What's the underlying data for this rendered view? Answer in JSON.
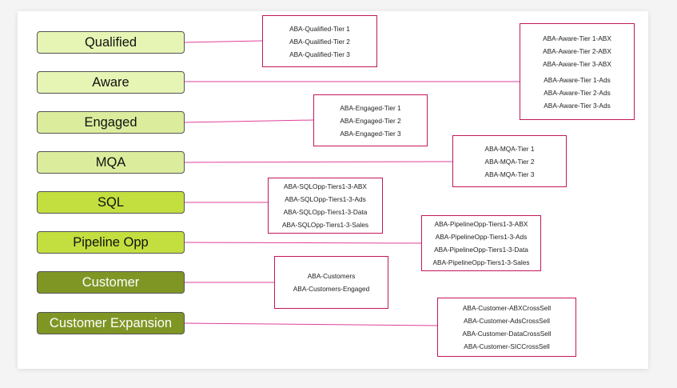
{
  "diagram": {
    "colors": {
      "connector": "#e0409a",
      "box_border": "#c2185b",
      "stage_light": "#e6f5b4",
      "stage_mid": "#dbed9c",
      "stage_bright": "#c3df3f",
      "stage_dark": "#7f9625"
    },
    "stages": [
      {
        "label": "Qualified"
      },
      {
        "label": "Aware"
      },
      {
        "label": "Engaged"
      },
      {
        "label": "MQA"
      },
      {
        "label": "SQL"
      },
      {
        "label": "Pipeline Opp"
      },
      {
        "label": "Customer"
      },
      {
        "label": "Customer Expansion"
      }
    ],
    "segments": [
      {
        "items": [
          "ABA-Qualified-Tier 1",
          "ABA-Qualified-Tier 2",
          "ABA-Qualified-Tier 3"
        ]
      },
      {
        "items": [
          "ABA-Aware-Tier 1-ABX",
          "ABA-Aware-Tier 2-ABX",
          "ABA-Aware-Tier 3-ABX",
          "ABA-Aware-Tier 1-Ads",
          "ABA-Aware-Tier 2-Ads",
          "ABA-Aware-Tier 3-Ads"
        ]
      },
      {
        "items": [
          "ABA-Engaged-Tier 1",
          "ABA-Engaged-Tier 2",
          "ABA-Engaged-Tier 3"
        ]
      },
      {
        "items": [
          "ABA-MQA-Tier 1",
          "ABA-MQA-Tier 2",
          "ABA-MQA-Tier 3"
        ]
      },
      {
        "items": [
          "ABA-SQLOpp-Tiers1-3-ABX",
          "ABA-SQLOpp-Tiers1-3-Ads",
          "ABA-SQLOpp-Tiers1-3-Data",
          "ABA-SQLOpp-Tiers1-3-Sales"
        ]
      },
      {
        "items": [
          "ABA-PipelineOpp-Tiers1-3-ABX",
          "ABA-PipelineOpp-Tiers1-3-Ads",
          "ABA-PipelineOpp-Tiers1-3-Data",
          "ABA-PipelineOpp-Tiers1-3-Sales"
        ]
      },
      {
        "items": [
          "ABA-Customers",
          "ABA-Customers-Engaged"
        ]
      },
      {
        "items": [
          "ABA-Customer-ABXCrossSell",
          "ABA-Customer-AdsCrossSell",
          "ABA-Customer-DataCrossSell",
          "ABA-Customer-SICCrossSell"
        ]
      }
    ]
  }
}
